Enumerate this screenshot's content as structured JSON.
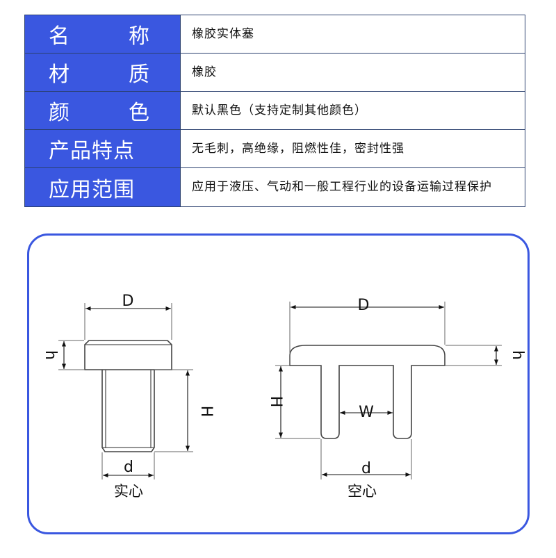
{
  "spec": {
    "rows": [
      {
        "label_chars": [
          "名",
          "称"
        ],
        "value": "橡胶实体塞"
      },
      {
        "label_chars": [
          "材",
          "质"
        ],
        "value": "橡胶"
      },
      {
        "label_chars": [
          "颜",
          "色"
        ],
        "value": "默认黑色（支持定制其他颜色）"
      },
      {
        "label": "产品特点",
        "value": "无毛刺，高绝缘，阻燃性佳，密封性强"
      },
      {
        "label": "应用范围",
        "value": "应用于液压、气动和一般工程行业的设备运输过程保护"
      }
    ]
  },
  "diagram": {
    "solid": {
      "D": "D",
      "h": "h",
      "H": "H",
      "d": "d",
      "caption": "实心"
    },
    "hollow": {
      "D": "D",
      "h": "h",
      "H": "H",
      "W": "W",
      "d": "d",
      "caption": "空心"
    }
  },
  "colors": {
    "label_bg": "#3a57e0",
    "frame": "#3a57e0",
    "line": "#555555"
  }
}
